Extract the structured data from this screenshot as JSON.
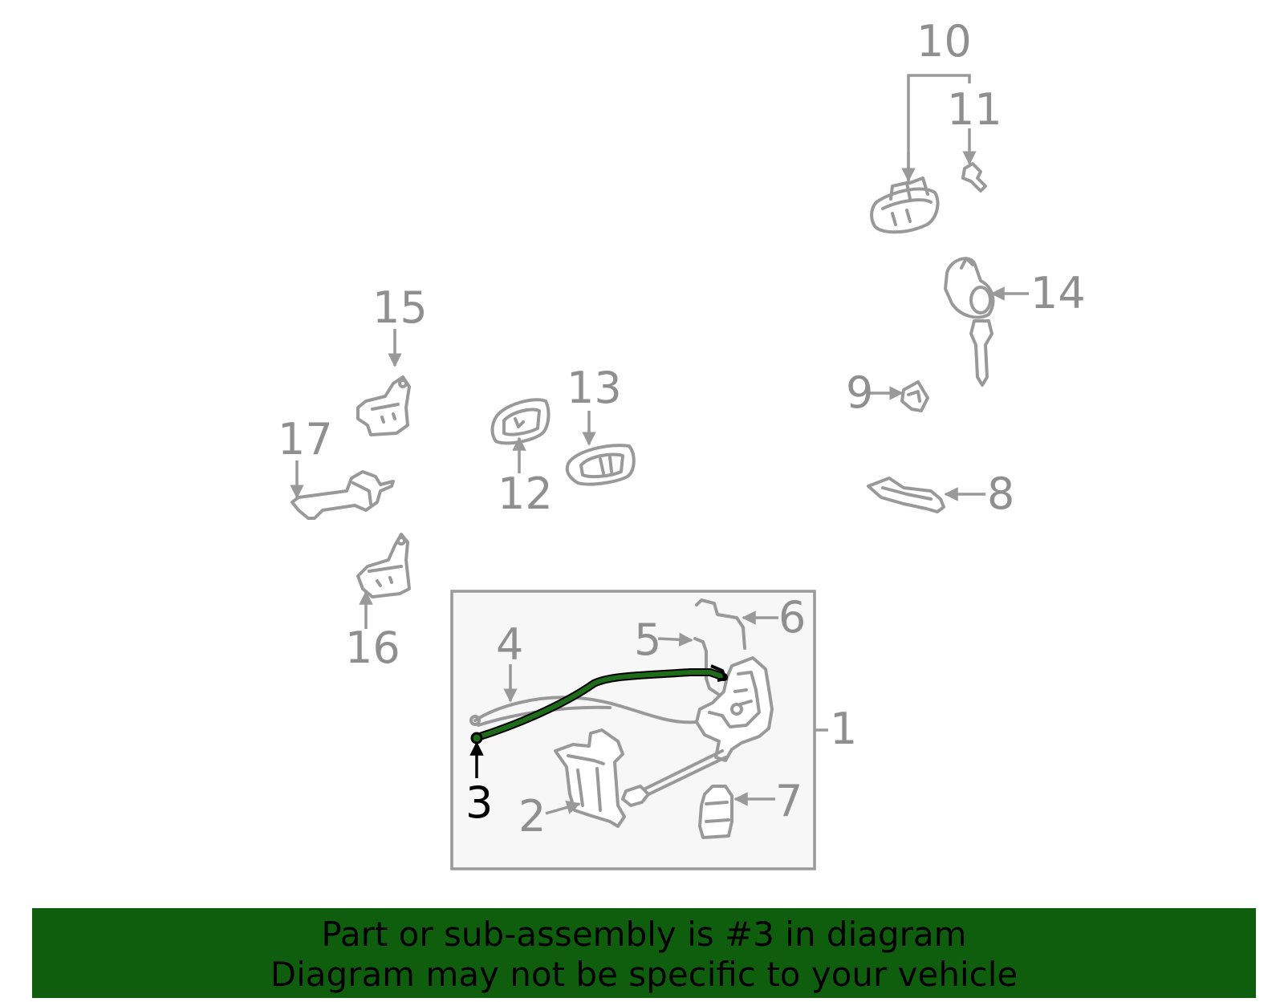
{
  "diagram": {
    "highlighted_part": "3",
    "callouts": [
      "1",
      "2",
      "3",
      "4",
      "5",
      "6",
      "7",
      "8",
      "9",
      "10",
      "11",
      "12",
      "13",
      "14",
      "15",
      "16",
      "17"
    ],
    "colors": {
      "highlight": "#1e6b1a",
      "part_line": "#999999",
      "label": "#8f8f8f",
      "banner": "#0f5e0d"
    }
  },
  "banner": {
    "line1": "Part or sub-assembly is #3 in diagram",
    "line2": "Diagram may not be specific to your vehicle"
  }
}
